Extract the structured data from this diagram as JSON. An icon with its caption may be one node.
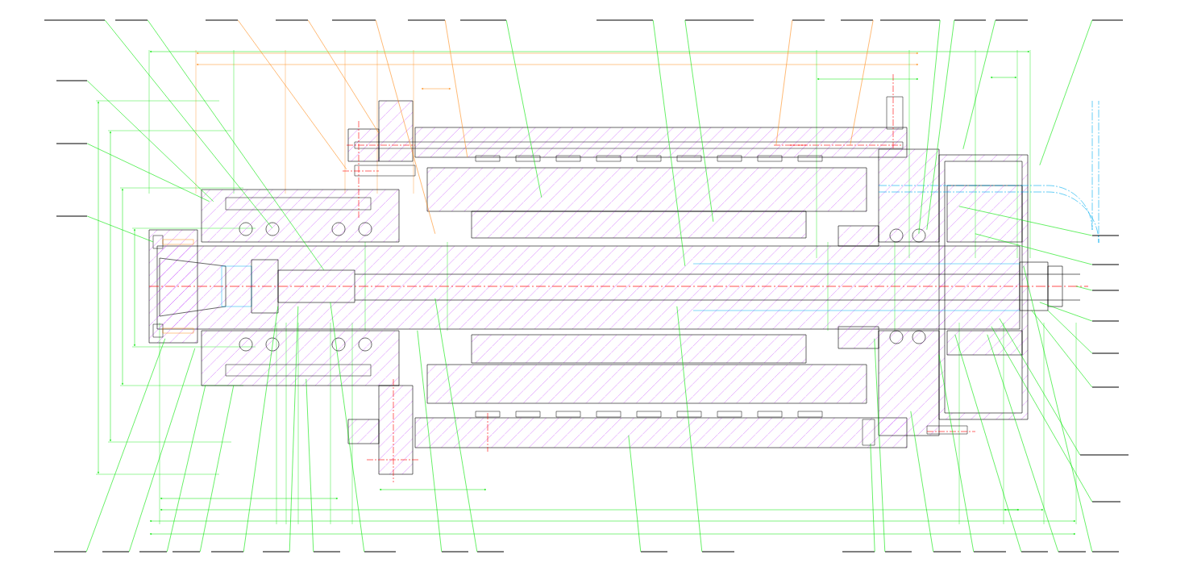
{
  "diagram": {
    "nodes": [
      {
        "text": [],
        "shape": "line"
      },
      {
        "text": [],
        "shape": "line"
      },
      {
        "text": [],
        "shape": "line"
      },
      {
        "text": [],
        "shape": "line"
      },
      {
        "text": [],
        "shape": "line"
      },
      {
        "text": [],
        "shape": "line"
      },
      {
        "text": [],
        "shape": "line"
      },
      {
        "text": [],
        "shape": "line"
      },
      {
        "text": [],
        "shape": "line"
      },
      {
        "text": [],
        "shape": "line"
      },
      {
        "text": [],
        "shape": "line"
      },
      {
        "text": [],
        "shape": "line"
      },
      {
        "text": [],
        "shape": "line"
      },
      {
        "text": [],
        "shape": "line"
      },
      {
        "text": [],
        "shape": "line"
      },
      {
        "text": [],
        "shape": "line"
      },
      {
        "text": [],
        "shape": "line"
      },
      {
        "text": [],
        "shape": "line"
      },
      {
        "text": [],
        "shape": "line"
      },
      {
        "text": [],
        "shape": "line"
      },
      {
        "text": [],
        "shape": "line"
      },
      {
        "text": [],
        "shape": "line"
      },
      {
        "text": [],
        "shape": "line"
      },
      {
        "text": [],
        "shape": "line"
      },
      {
        "text": [],
        "shape": "line"
      },
      {
        "text": [],
        "shape": "line"
      },
      {
        "text": [],
        "shape": "line"
      },
      {
        "text": [],
        "shape": "line"
      },
      {
        "text": [],
        "shape": "line"
      },
      {
        "text": [],
        "shape": "line"
      },
      {
        "text": [],
        "shape": "line"
      },
      {
        "text": [],
        "shape": "line"
      },
      {
        "text": [],
        "shape": "line"
      },
      {
        "text": [],
        "shape": "line"
      },
      {
        "text": [],
        "shape": "line"
      },
      {
        "text": [],
        "shape": "line"
      },
      {
        "text": [],
        "shape": "line"
      },
      {
        "text": [],
        "shape": "line"
      },
      {
        "text": [],
        "shape": "line"
      },
      {
        "text": [],
        "shape": "line"
      },
      {
        "text": [],
        "shape": "line"
      },
      {
        "text": [],
        "shape": "line"
      },
      {
        "text": [],
        "shape": "line"
      },
      {
        "text": [],
        "shape": "line"
      },
      {
        "text": [],
        "shape": "line"
      },
      {
        "text": [],
        "shape": "picture"
      }
    ],
    "edges": [
      {
        "from": 0,
        "to": 45,
        "arrow": "none"
      },
      {
        "from": 1,
        "to": 45,
        "arrow": "none"
      },
      {
        "from": 2,
        "to": 45,
        "arrow": "none",
        "color": "#ff8c1a"
      },
      {
        "from": 3,
        "to": 45,
        "arrow": "none",
        "color": "#ff8c1a"
      },
      {
        "from": 4,
        "to": 45,
        "arrow": "none",
        "color": "#ff8c1a"
      },
      {
        "from": 5,
        "to": 45,
        "arrow": "none",
        "color": "#ff8c1a"
      },
      {
        "from": 6,
        "to": 45,
        "arrow": "none"
      },
      {
        "from": 7,
        "to": 45,
        "arrow": "none"
      },
      {
        "from": 8,
        "to": 45,
        "arrow": "none"
      },
      {
        "from": 9,
        "to": 45,
        "arrow": "none",
        "color": "#ff8c1a"
      },
      {
        "from": 10,
        "to": 45,
        "arrow": "none",
        "color": "#ff8c1a"
      },
      {
        "from": 11,
        "to": 45,
        "arrow": "none"
      },
      {
        "from": 12,
        "to": 45,
        "arrow": "none"
      },
      {
        "from": 13,
        "to": 45,
        "arrow": "none"
      },
      {
        "from": 14,
        "to": 45,
        "arrow": "none"
      },
      {
        "from": 15,
        "to": 45,
        "arrow": "none"
      },
      {
        "from": 16,
        "to": 45,
        "arrow": "none"
      },
      {
        "from": 17,
        "to": 45,
        "arrow": "none"
      },
      {
        "from": 18,
        "to": 45,
        "arrow": "none"
      },
      {
        "from": 19,
        "to": 45,
        "arrow": "none"
      },
      {
        "from": 20,
        "to": 45,
        "arrow": "none"
      },
      {
        "from": 21,
        "to": 45,
        "arrow": "none"
      },
      {
        "from": 22,
        "to": 45,
        "arrow": "none"
      },
      {
        "from": 23,
        "to": 45,
        "arrow": "none"
      },
      {
        "from": 24,
        "to": 45,
        "arrow": "none"
      },
      {
        "from": 25,
        "to": 45,
        "arrow": "none"
      },
      {
        "from": 26,
        "to": 45,
        "arrow": "none"
      },
      {
        "from": 27,
        "to": 45,
        "arrow": "none"
      },
      {
        "from": 28,
        "to": 45,
        "arrow": "none"
      },
      {
        "from": 29,
        "to": 45,
        "arrow": "none"
      },
      {
        "from": 30,
        "to": 45,
        "arrow": "none"
      },
      {
        "from": 31,
        "to": 45,
        "arrow": "none"
      },
      {
        "from": 32,
        "to": 45,
        "arrow": "none"
      },
      {
        "from": 33,
        "to": 45,
        "arrow": "none"
      },
      {
        "from": 34,
        "to": 45,
        "arrow": "none"
      },
      {
        "from": 35,
        "to": 45,
        "arrow": "none"
      },
      {
        "from": 36,
        "to": 45,
        "arrow": "none"
      },
      {
        "from": 37,
        "to": 45,
        "arrow": "none"
      },
      {
        "from": 38,
        "to": 45,
        "arrow": "none"
      },
      {
        "from": 39,
        "to": 45,
        "arrow": "none"
      },
      {
        "from": 40,
        "to": 45,
        "arrow": "none"
      },
      {
        "from": 41,
        "to": 45,
        "arrow": "none"
      },
      {
        "from": 42,
        "to": 45,
        "arrow": "none"
      },
      {
        "from": 43,
        "to": 45,
        "arrow": "none"
      },
      {
        "from": 44,
        "to": 45,
        "arrow": "none"
      }
    ]
  }
}
